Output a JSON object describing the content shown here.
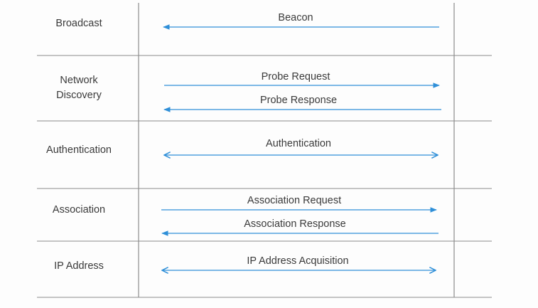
{
  "colors": {
    "grid": "#8c8c8c",
    "arrow": "#2f8fd8",
    "text": "#3a3a3a"
  },
  "phases": [
    {
      "label": "Broadcast"
    },
    {
      "label": "Network\nDiscovery"
    },
    {
      "label": "Authentication"
    },
    {
      "label": "Association"
    },
    {
      "label": "IP Address"
    }
  ],
  "messages": [
    {
      "label": "Beacon",
      "direction": "left"
    },
    {
      "label": "Probe Request",
      "direction": "right"
    },
    {
      "label": "Probe Response",
      "direction": "left"
    },
    {
      "label": "Authentication",
      "direction": "both"
    },
    {
      "label": "Association Request",
      "direction": "right"
    },
    {
      "label": "Association Response",
      "direction": "left"
    },
    {
      "label": "IP Address Acquisition",
      "direction": "both"
    }
  ]
}
